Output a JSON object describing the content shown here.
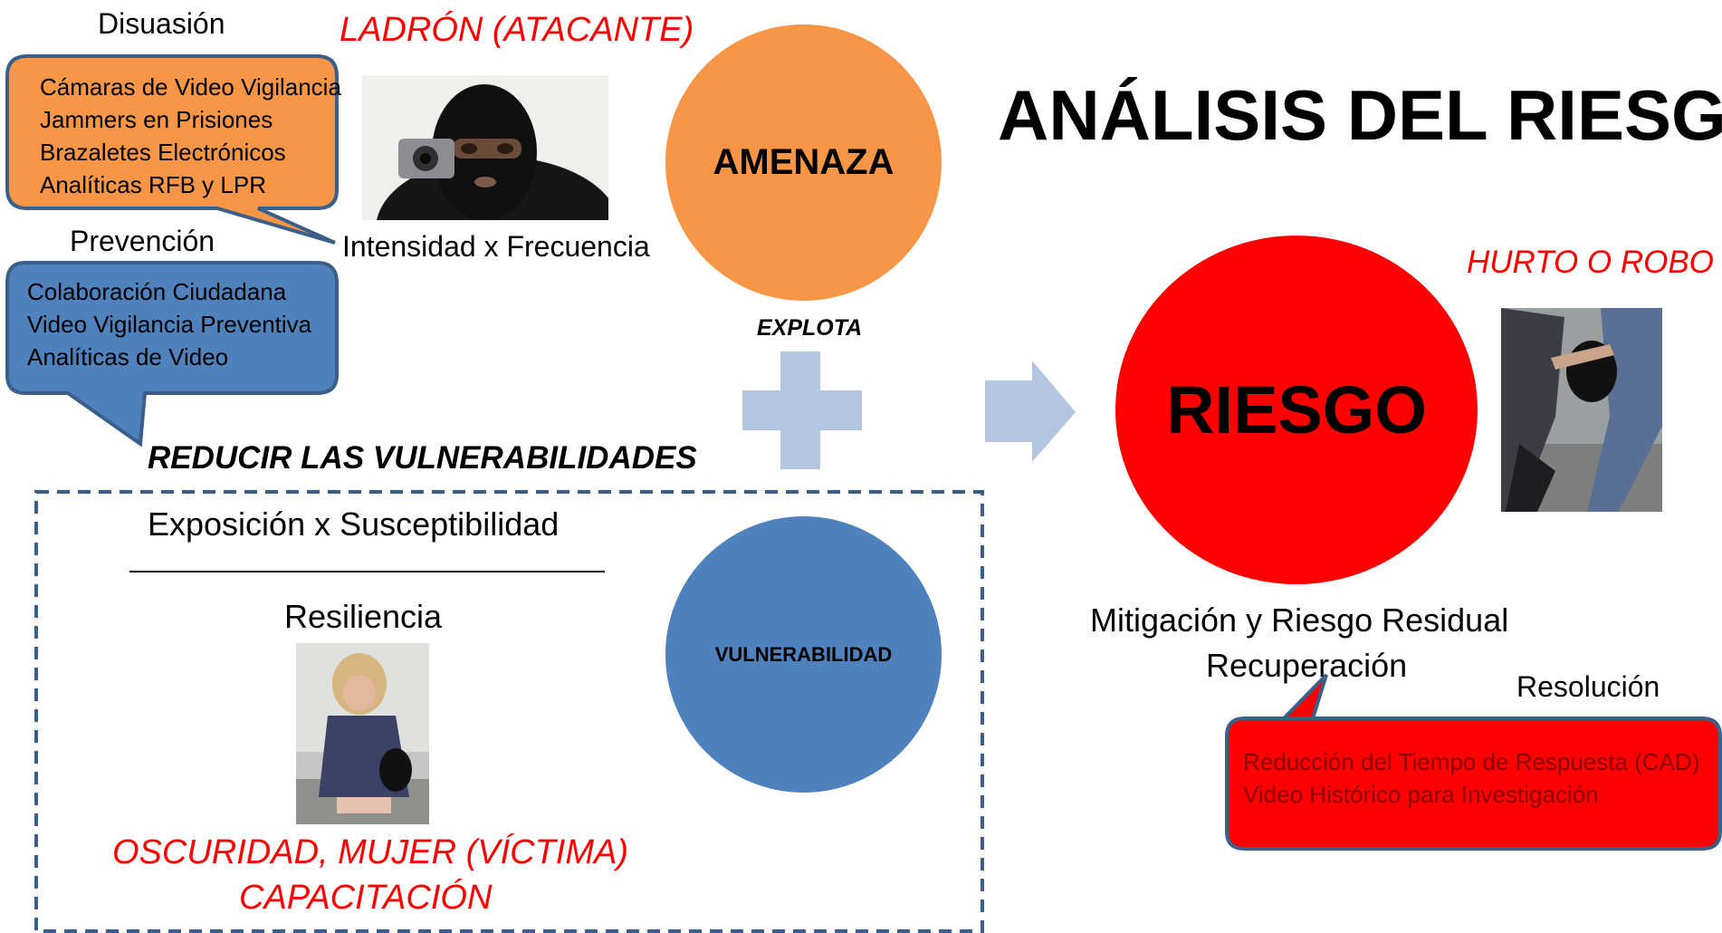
{
  "title": "ANÁLISIS DEL RIESGO",
  "deterrence": {
    "heading": "Disuasión",
    "items": [
      "Cámaras de Video Vigilancia",
      "Jammers en Prisiones",
      "Brazaletes Electrónicos",
      "Analíticas RFB y LPR"
    ]
  },
  "prevention": {
    "heading": "Prevención",
    "items": [
      "Colaboración Ciudadana",
      "Video Vigilancia Preventiva",
      "Analíticas de Video"
    ]
  },
  "attacker": {
    "label": "LADRÓN (ATACANTE)",
    "formula": "Intensidad x Frecuencia",
    "image_icon": "masked-thief-with-gun"
  },
  "threat": {
    "label": "AMENAZA",
    "color": "#f79646"
  },
  "exploits_label": "EXPLOTA",
  "operators": {
    "plus_icon": "plus-icon",
    "arrow_icon": "right-arrow-icon",
    "color": "#b4c5e0"
  },
  "risk": {
    "label": "RIESGO",
    "color": "#ff0000",
    "mitigation": "Mitigación y Riesgo Residual",
    "recovery": "Recuperación"
  },
  "event": {
    "label": "HURTO O ROBO",
    "image_icon": "bag-snatching-photo"
  },
  "resolution": {
    "heading": "Resolución",
    "items": [
      "Reducción del Tiempo de Respuesta (CAD)",
      "Video Histórico para Investigación"
    ]
  },
  "vulnerability_box": {
    "heading": "REDUCIR LAS VULNERABILIDADES",
    "numerator": "Exposición x Susceptibilidad",
    "denominator": "Resiliencia",
    "victim_label_1": "OSCURIDAD, MUJER (VÍCTIMA)",
    "victim_label_2": "CAPACITACIÓN",
    "image_icon": "distressed-woman-photo"
  },
  "vulnerability": {
    "label": "VULNERABILIDAD",
    "color": "#4f81bd"
  }
}
